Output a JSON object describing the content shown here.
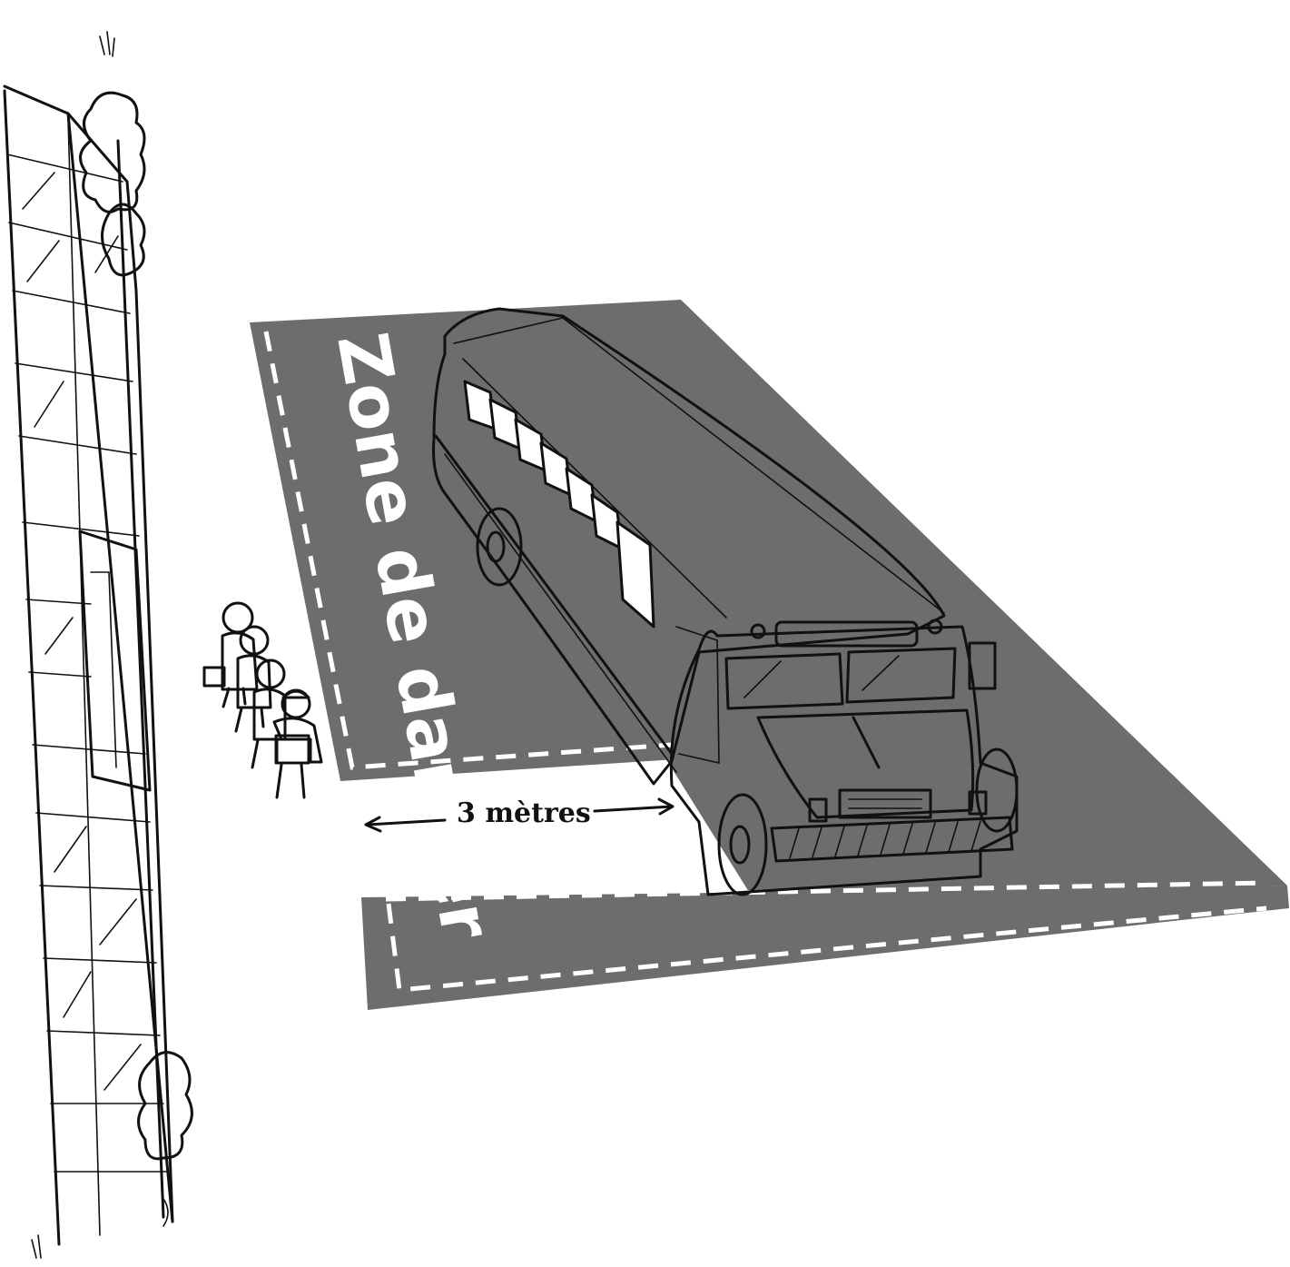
{
  "labels": {
    "danger_zone": "Zone de danger",
    "distance": "3 mètres"
  },
  "colors": {
    "road": "#6d6d6d",
    "road_marking": "#ffffff",
    "ink": "#111111",
    "background": "#ffffff"
  },
  "scene": {
    "elements": [
      "school-building",
      "school-bus",
      "students",
      "danger-zone-road",
      "distance-arrow"
    ]
  }
}
